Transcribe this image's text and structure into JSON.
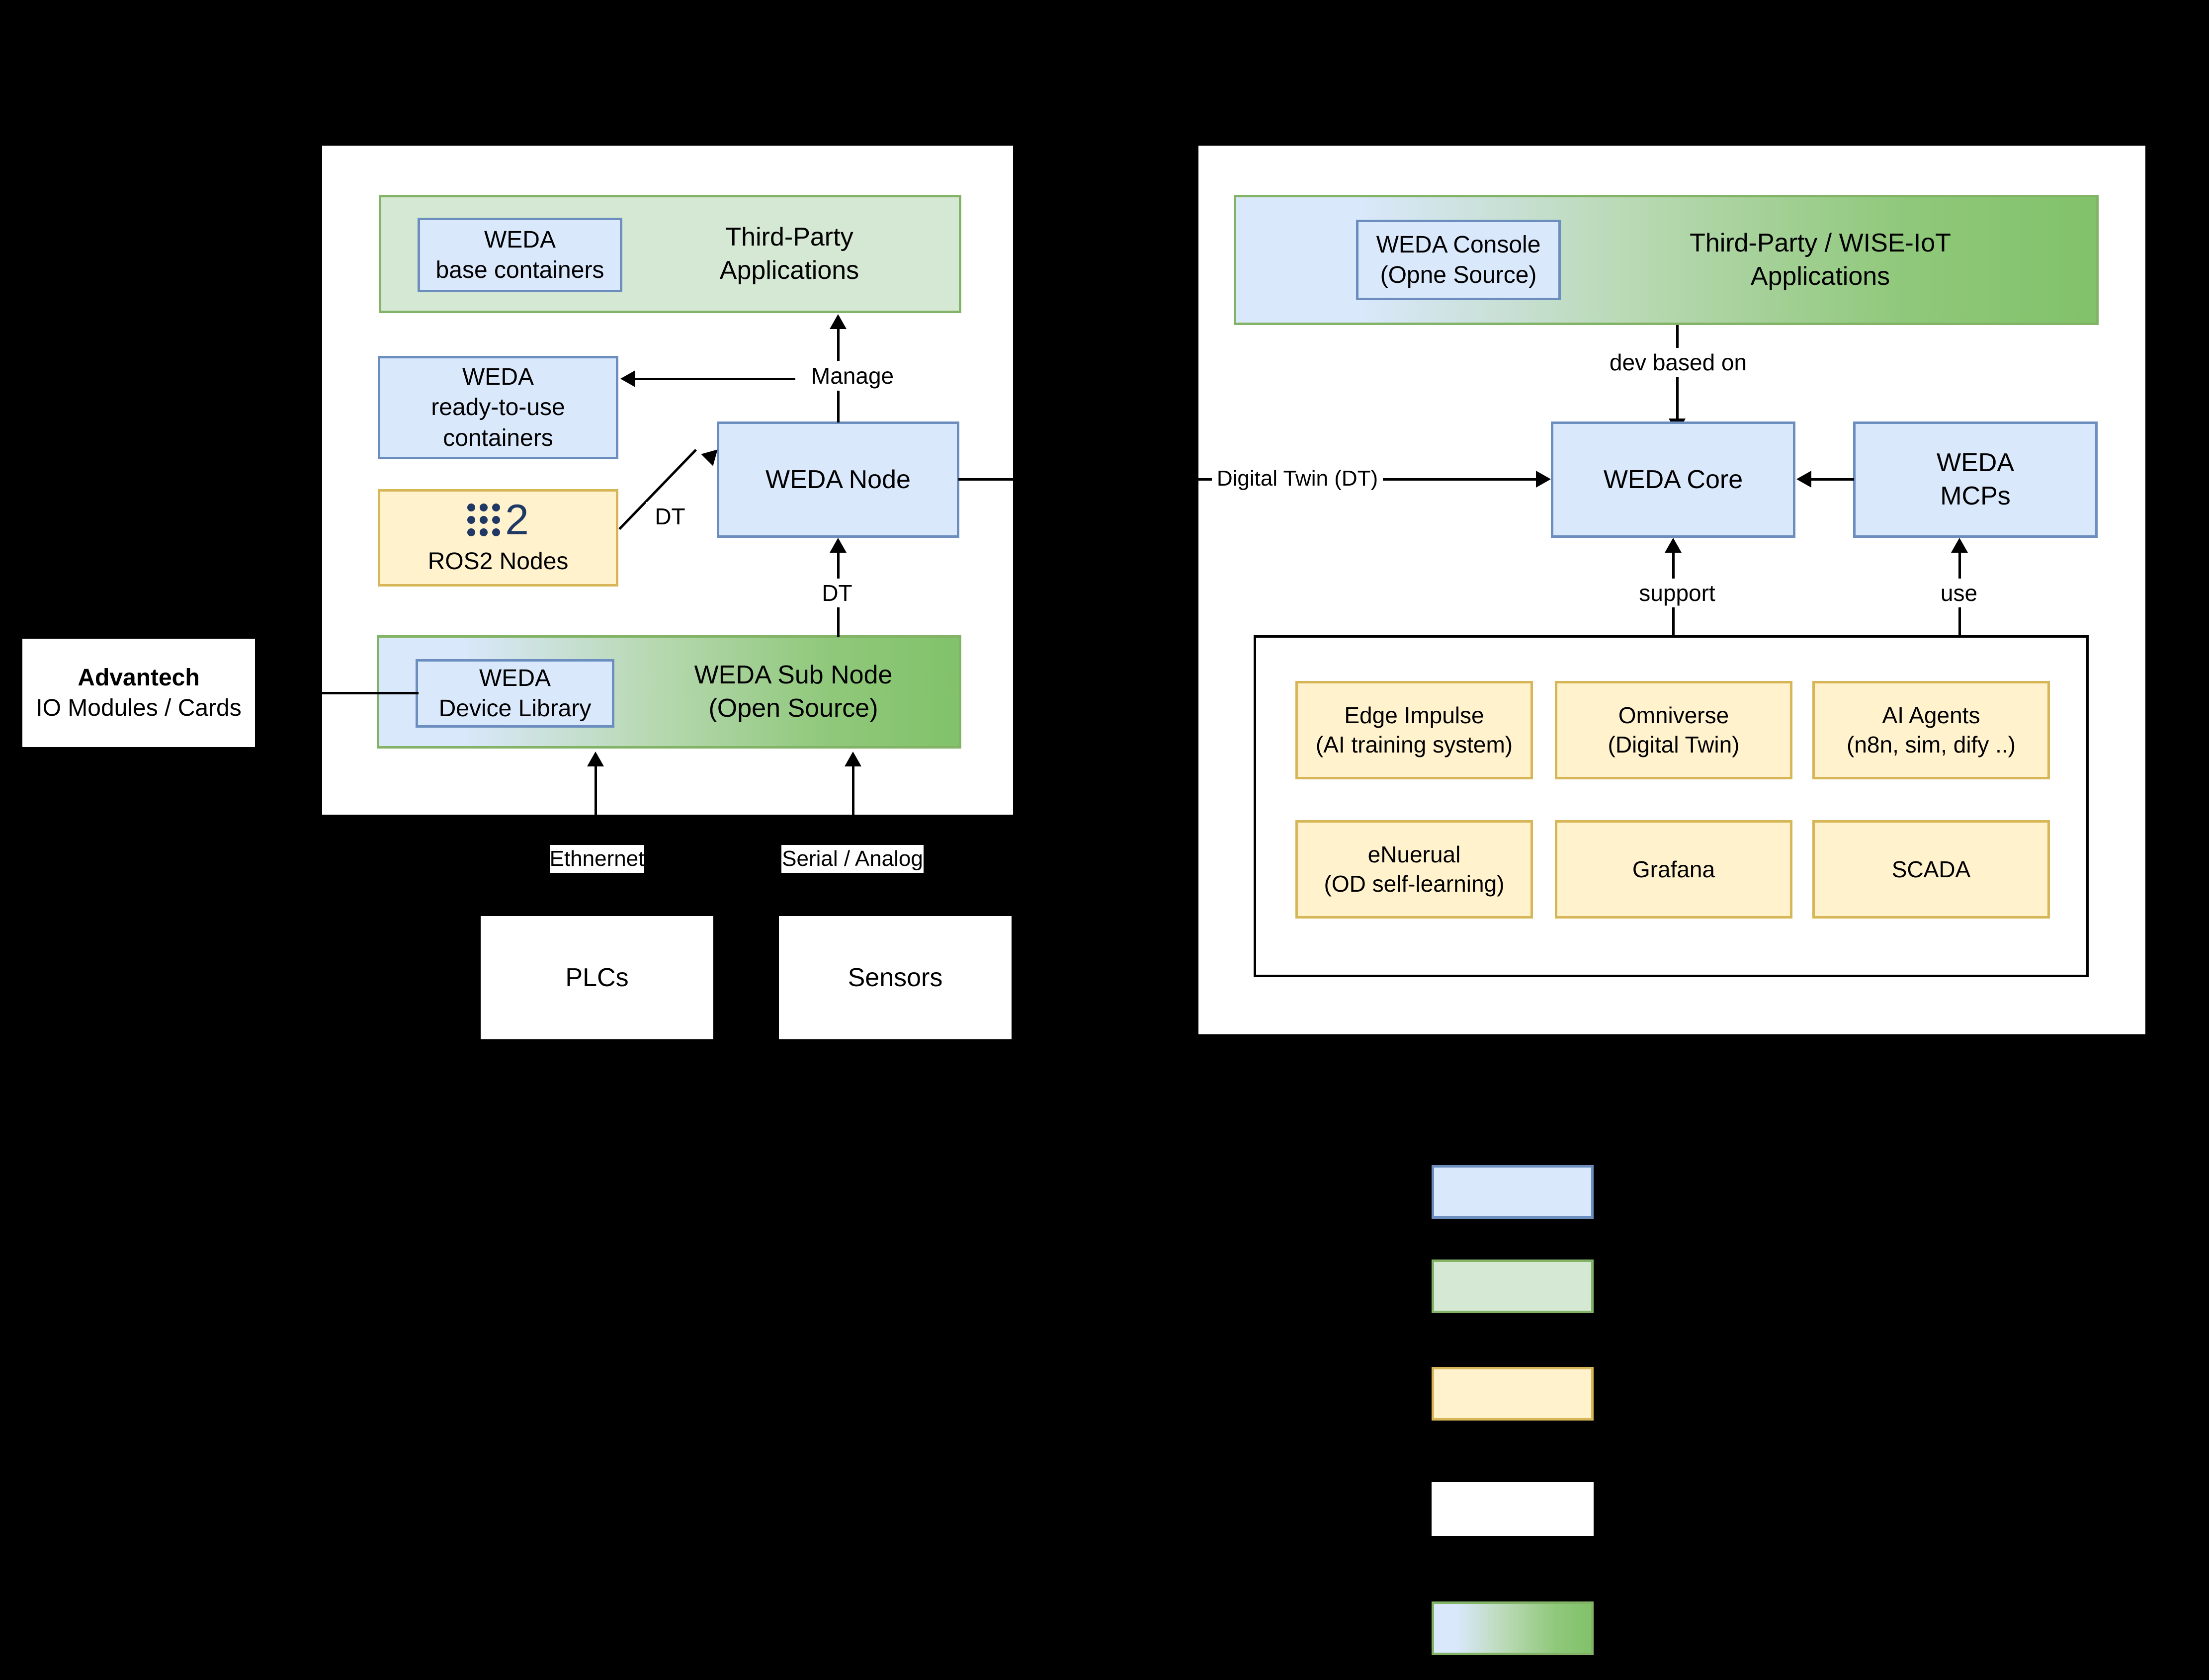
{
  "colors": {
    "blue_fill": "#dae8fc",
    "blue_stroke": "#6c8ebf",
    "green_fill": "#d5e8d4",
    "green_stroke": "#82b366",
    "yellow_fill": "#fff2cc",
    "yellow_stroke": "#d6b656",
    "white_fill": "#ffffff",
    "black_stroke": "#000000",
    "gradient_from": "#dae8fc",
    "gradient_to": "#82c26a",
    "ros2_icon_color": "#1f3864",
    "background": "#000000"
  },
  "left_panel": {
    "third_party_group": {
      "label": "Third-Party\nApplications"
    },
    "weda_base_containers": {
      "label": "WEDA\nbase containers"
    },
    "weda_ready_containers": {
      "label": "WEDA\nready-to-use\ncontainers"
    },
    "ros2_nodes": {
      "icon": "ros2-dot-grid-icon",
      "number": "2",
      "label": "ROS2 Nodes"
    },
    "weda_node": {
      "label": "WEDA Node"
    },
    "weda_sub_node": {
      "label": "WEDA Sub Node\n(Open Source)"
    },
    "weda_device_library": {
      "label": "WEDA\nDevice Library"
    },
    "edges": {
      "manage": "Manage",
      "dt_ros2": "DT",
      "dt_subnode": "DT"
    }
  },
  "external": {
    "advantech": {
      "title": "Advantech",
      "subtitle": "IO Modules / Cards"
    },
    "plcs": {
      "label": "PLCs"
    },
    "sensors": {
      "label": "Sensors"
    },
    "link_ethernet": "Ethnernet",
    "link_serial_analog": "Serial / Analog"
  },
  "right_panel": {
    "apps_group": {
      "label": "Third-Party / WISE-IoT\nApplications"
    },
    "weda_console": {
      "label": "WEDA Console\n(Opne Source)"
    },
    "weda_core": {
      "label": "WEDA Core"
    },
    "weda_mcps": {
      "label": "WEDA\nMCPs"
    },
    "edges": {
      "dev_based_on": "dev based on",
      "digital_twin": "Digital Twin (DT)",
      "support": "support",
      "use": "use"
    },
    "tools": [
      {
        "label": "Edge Impulse\n(AI training system)"
      },
      {
        "label": "Omniverse\n(Digital Twin)"
      },
      {
        "label": "AI Agents\n(n8n, sim, dify ..)"
      },
      {
        "label": "eNuerual\n(OD self-learning)"
      },
      {
        "label": "Grafana"
      },
      {
        "label": "SCADA"
      }
    ]
  },
  "legend": {
    "items": [
      {
        "name": "blue-swatch",
        "fill": "#dae8fc",
        "stroke": "#6c8ebf",
        "gradient": false
      },
      {
        "name": "green-swatch",
        "fill": "#d5e8d4",
        "stroke": "#82b366",
        "gradient": false
      },
      {
        "name": "yellow-swatch",
        "fill": "#fff2cc",
        "stroke": "#d6b656",
        "gradient": false
      },
      {
        "name": "white-swatch",
        "fill": "#ffffff",
        "stroke": "#ffffff",
        "gradient": false
      },
      {
        "name": "gradient-swatch",
        "fill": "#dae8fc",
        "stroke": "#82b366",
        "gradient": true
      }
    ]
  }
}
